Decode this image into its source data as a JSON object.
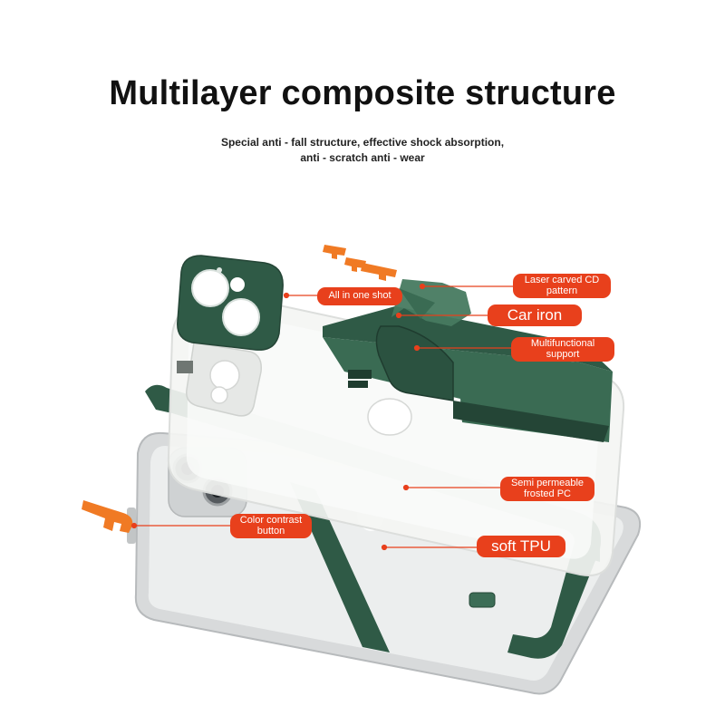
{
  "header": {
    "title": "Multilayer composite structure",
    "subtitle_line1": "Special anti - fall structure, effective shock absorption,",
    "subtitle_line2": "anti - scratch anti - wear"
  },
  "callouts": {
    "laser": "Laser carved CD pattern",
    "all_in_one": "All in one shot",
    "car_iron": "Car iron",
    "multi_support": "Multifunctional support",
    "semi_pc": "Semi permeable frosted PC",
    "color_button": "Color contrast button",
    "soft_tpu": "soft TPU"
  },
  "colors": {
    "accent": "#e8401c",
    "case_green": "#2f5a46",
    "button_orange": "#f07a24",
    "frosted_pc": "#f4f5f3",
    "phone_silver": "#d8dadb"
  }
}
